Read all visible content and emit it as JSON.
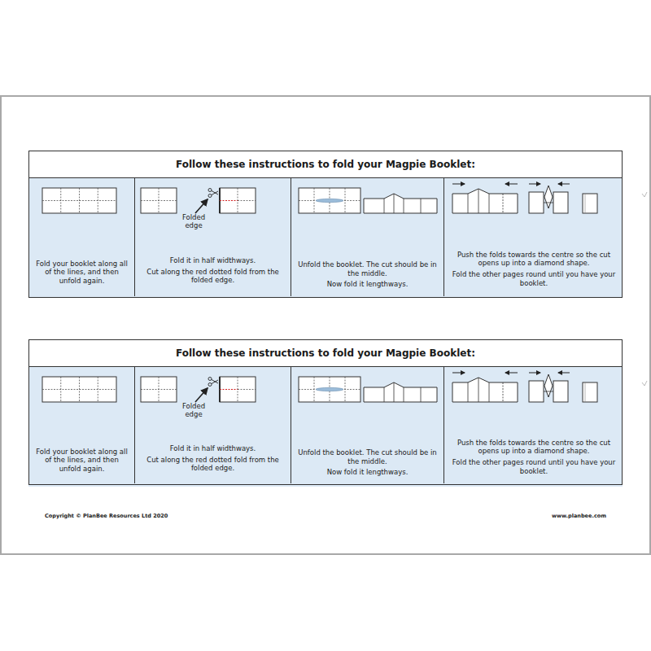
{
  "diagram": {
    "nodes": [
      {
        "text": [
          "Follow these instructions to fold your Magpie Booklet:"
        ]
      },
      {
        "text": [
          "Fold your booklet along all of the lines, and then unfold again."
        ],
        "in": 0
      },
      {
        "text": [
          "Fold it in half widthways.",
          "Cut along the red dotted fold from the folded edge."
        ],
        "in": 0
      },
      {
        "text": [
          "Unfold the booklet. The cut should be in the middle.",
          "Now fold it lengthways."
        ],
        "in": 0
      },
      {
        "text": [
          "Push the folds towards the centre so the cut opens up into a diamond shape.",
          "Fold the other pages round until you have your booklet."
        ],
        "in": 0
      },
      {
        "text": [
          "Follow these instructions to fold your Magpie Booklet:"
        ]
      },
      {
        "text": [
          "Fold your booklet along all of the lines, and then unfold again."
        ],
        "in": 5
      },
      {
        "text": [
          "Fold it in half widthways.",
          "Cut along the red dotted fold from the folded edge."
        ],
        "in": 5
      },
      {
        "text": [
          "Unfold the booklet. The cut should be in the middle.",
          "Now fold it lengthways."
        ],
        "in": 5
      },
      {
        "text": [
          "Push the folds towards the centre so the cut opens up into a diamond shape.",
          "Fold the other pages round until you have your booklet."
        ],
        "in": 5
      }
    ],
    "labels": [
      "Folded edge",
      "Folded edge",
      "Copyright © PlanBee Resources Ltd 2020",
      "www.planbee.com"
    ]
  }
}
